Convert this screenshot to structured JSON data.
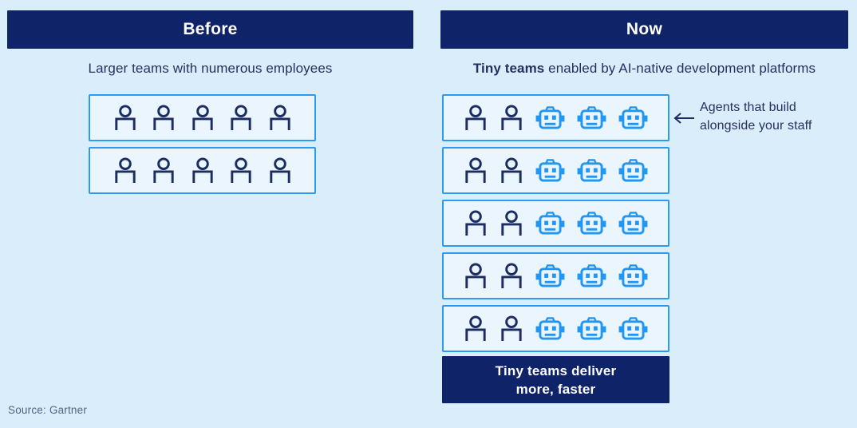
{
  "page": {
    "source": "Source: Gartner"
  },
  "colors": {
    "background": "#d9edfb",
    "navy": "#0f2368",
    "navy_text": "#24315f",
    "navy_icon": "#1b2d60",
    "agent_blue": "#2196f3",
    "box_border": "#2b9af4",
    "box_fill": "#eaf5fe",
    "source_text": "#50638a"
  },
  "icons": {
    "person": "person-icon",
    "agent": "robot-agent-icon",
    "annotation_arrow": "left-arrow-icon"
  },
  "before": {
    "header": "Before",
    "subtitle": "Larger teams with numerous employees",
    "teams": [
      {
        "people": 5,
        "agents": 0
      },
      {
        "people": 5,
        "agents": 0
      }
    ]
  },
  "now": {
    "header": "Now",
    "subtitle_bold": "Tiny teams",
    "subtitle_rest": " enabled by AI-native development platforms",
    "teams": [
      {
        "people": 2,
        "agents": 3
      },
      {
        "people": 2,
        "agents": 3
      },
      {
        "people": 2,
        "agents": 3
      },
      {
        "people": 2,
        "agents": 3
      },
      {
        "people": 2,
        "agents": 3
      }
    ],
    "annotation_line1": "Agents that build",
    "annotation_line2": "alongside your staff",
    "result_line1": "Tiny teams deliver",
    "result_line2": "more, faster"
  }
}
